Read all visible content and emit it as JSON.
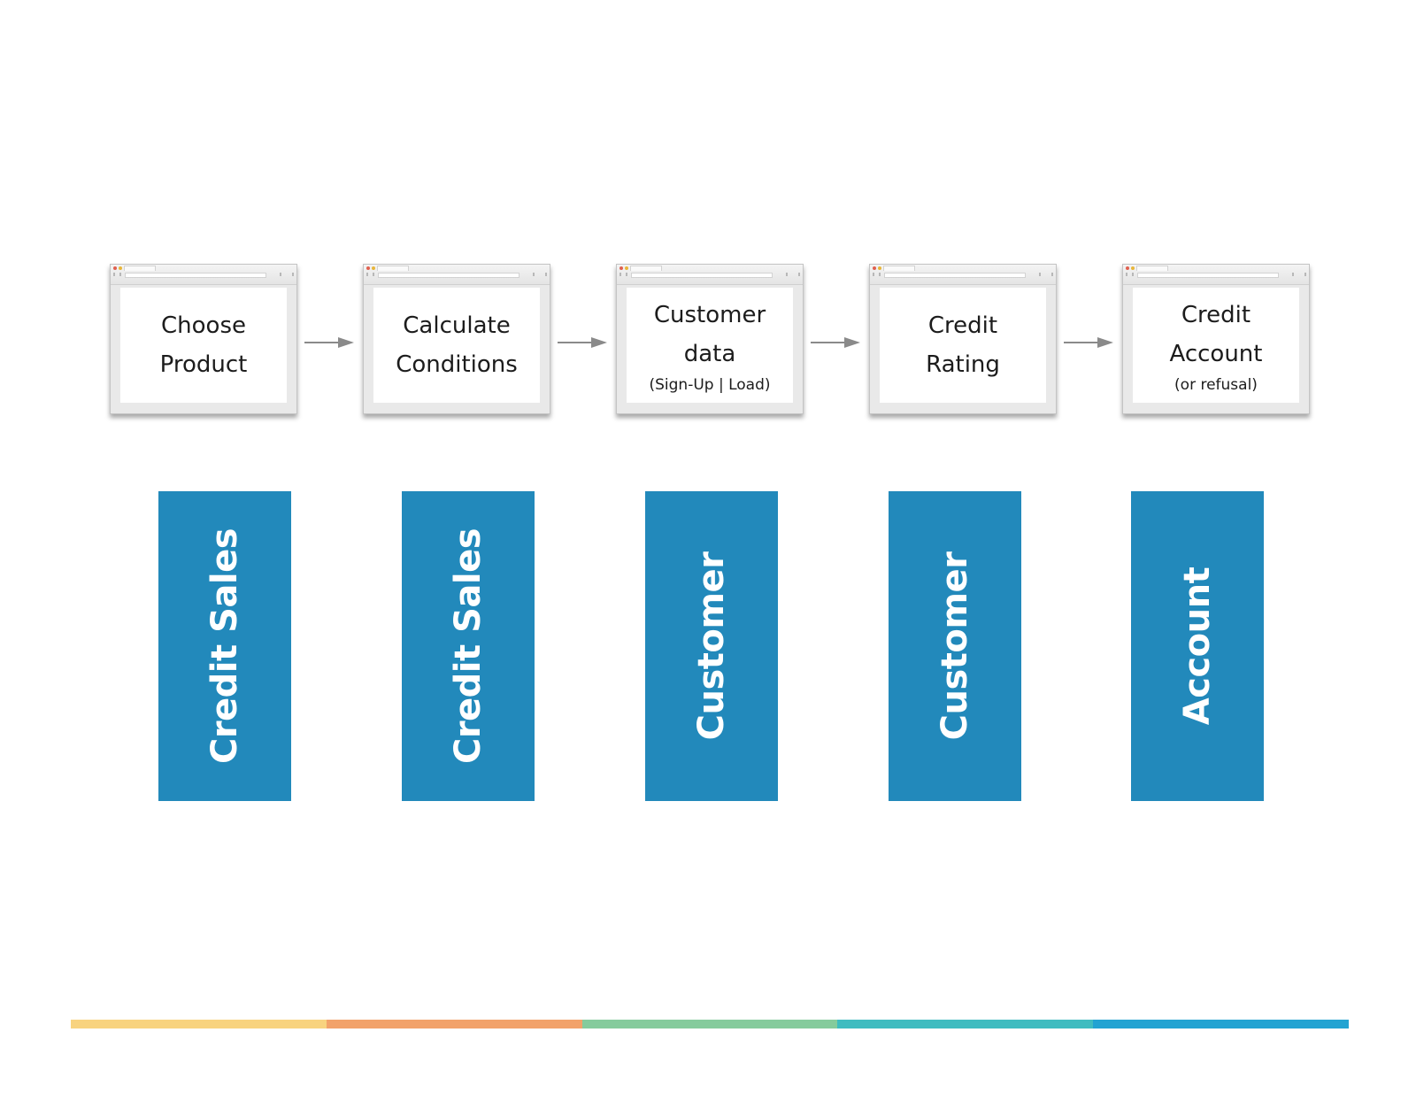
{
  "steps": [
    {
      "title": "Choose\nProduct",
      "subtitle": ""
    },
    {
      "title": "Calculate\nConditions",
      "subtitle": ""
    },
    {
      "title": "Customer\ndata",
      "subtitle": "(Sign-Up | Load)"
    },
    {
      "title": "Credit\nRating",
      "subtitle": ""
    },
    {
      "title": "Credit\nAccount",
      "subtitle": "(or refusal)"
    }
  ],
  "contexts": [
    {
      "label": "Credit Sales"
    },
    {
      "label": "Credit Sales"
    },
    {
      "label": "Customer"
    },
    {
      "label": "Customer"
    },
    {
      "label": "Account"
    }
  ],
  "colors": {
    "context_bar": "#2289bb",
    "arrow": "#8a8a8a",
    "stripe": [
      "#f8d37f",
      "#f2a26a",
      "#85cb9c",
      "#3fbcc0",
      "#22a3d2"
    ]
  }
}
